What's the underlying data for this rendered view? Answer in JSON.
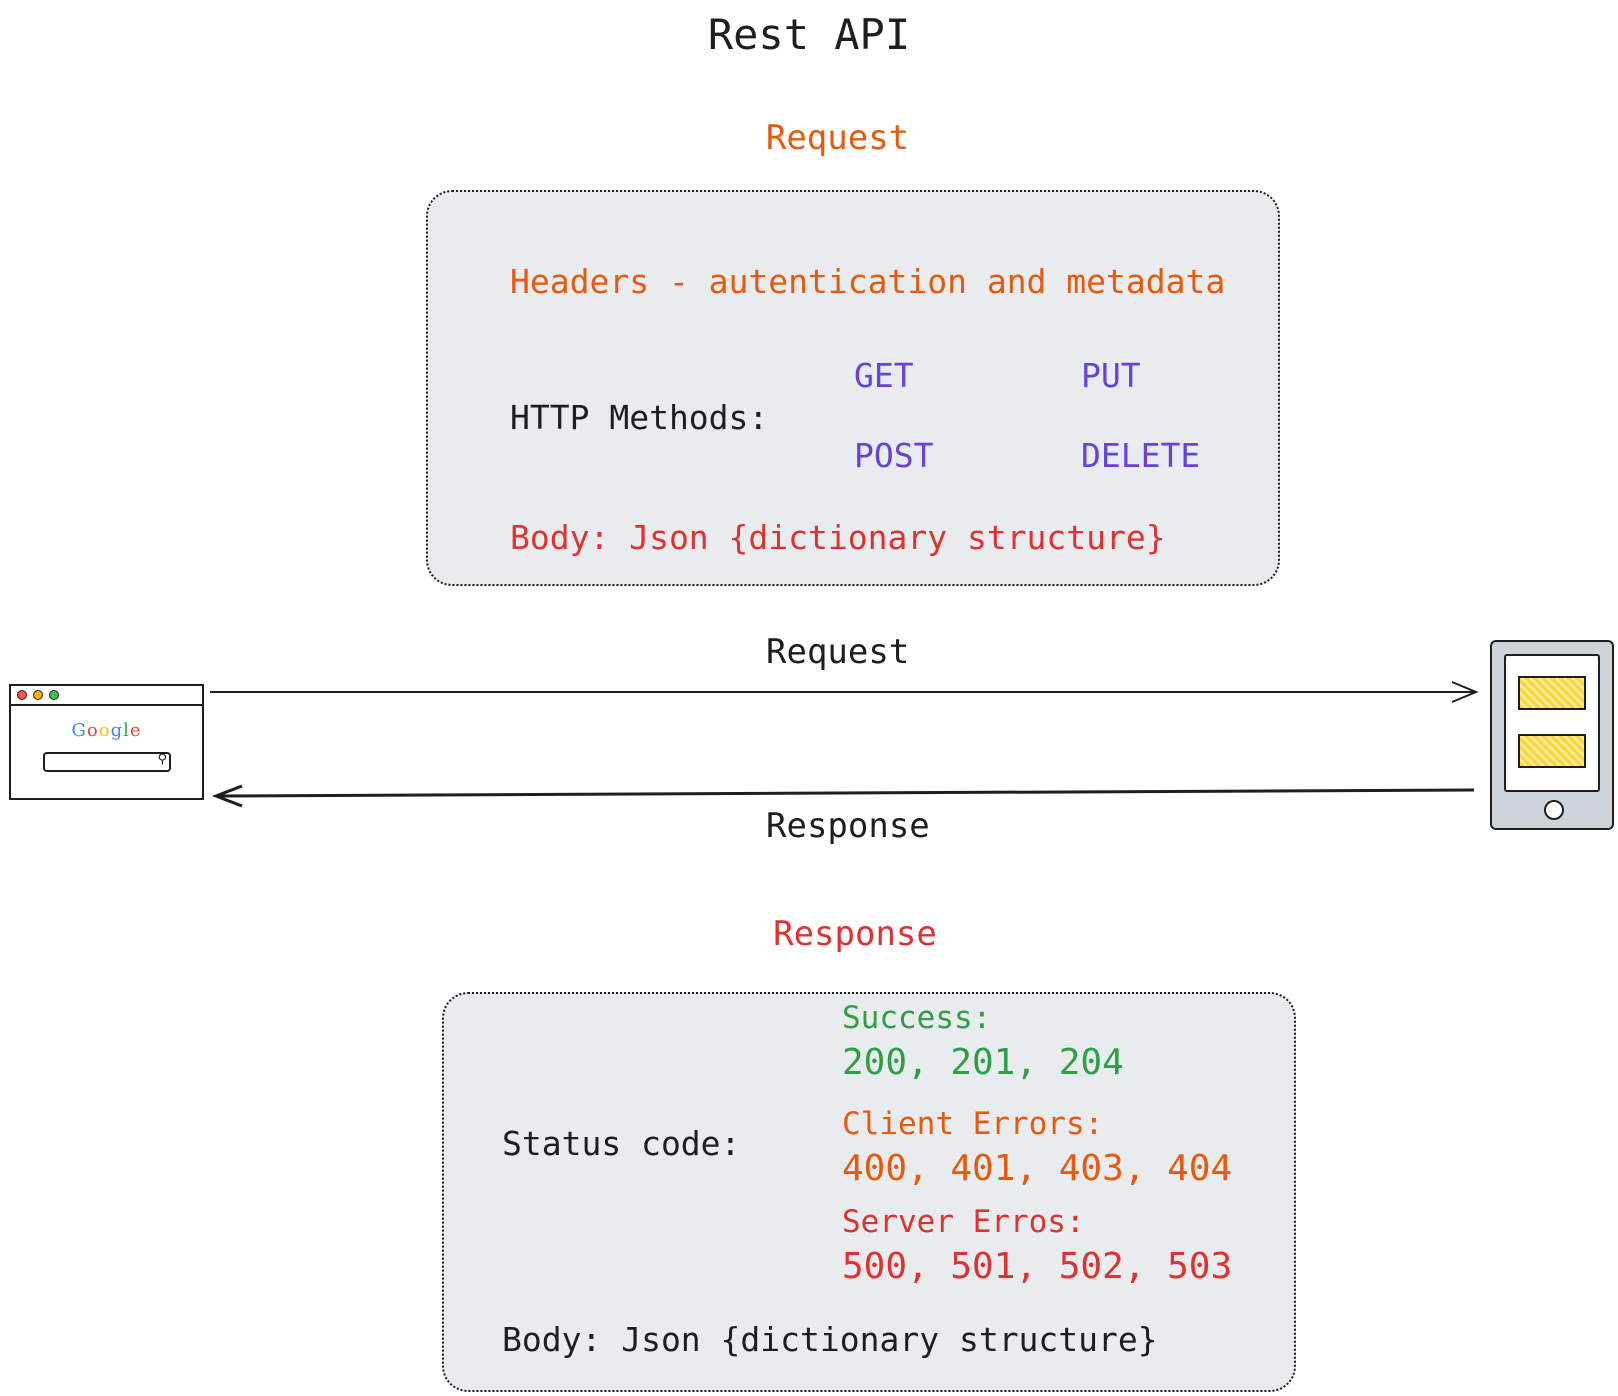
{
  "title": "Rest API",
  "request_section": {
    "heading": "Request",
    "headers_text": "Headers - autentication and metadata",
    "methods_label": "HTTP Methods:",
    "methods": [
      "GET",
      "PUT",
      "POST",
      "DELETE"
    ],
    "body_text": "Body: Json {dictionary structure}"
  },
  "arrows": {
    "request_label": "Request",
    "response_label": "Response"
  },
  "response_section": {
    "heading": "Response",
    "status_label": "Status code:",
    "success_label": "Success:",
    "success_codes": "200, 201, 204",
    "client_errors_label": "Client Errors:",
    "client_errors_codes": "400, 401, 403, 404",
    "server_errors_label": "Server Erros:",
    "server_errors_codes": "500, 501, 502, 503",
    "body_text": "Body: Json {dictionary structure}"
  },
  "browser": {
    "logo_letters": [
      "G",
      "o",
      "o",
      "g",
      "l",
      "e"
    ],
    "icons": [
      "browser-icon",
      "search-icon"
    ]
  },
  "colors": {
    "request_orange": "#e8590c",
    "method_purple": "#6741d9",
    "body_red": "#e03131",
    "success_green": "#2f9e44",
    "box_fill": "#e9ecef"
  }
}
